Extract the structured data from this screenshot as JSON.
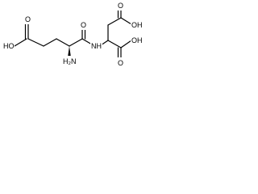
{
  "molecule": {
    "labels": {
      "left_acid_oh": "HO",
      "left_acid_o": "O",
      "amide_o": "O",
      "amine": "H₂N",
      "amide_nh": "NH",
      "right_top_o": "O",
      "right_top_oh": "OH",
      "right_bottom_o": "O",
      "right_bottom_oh": "OH"
    }
  }
}
